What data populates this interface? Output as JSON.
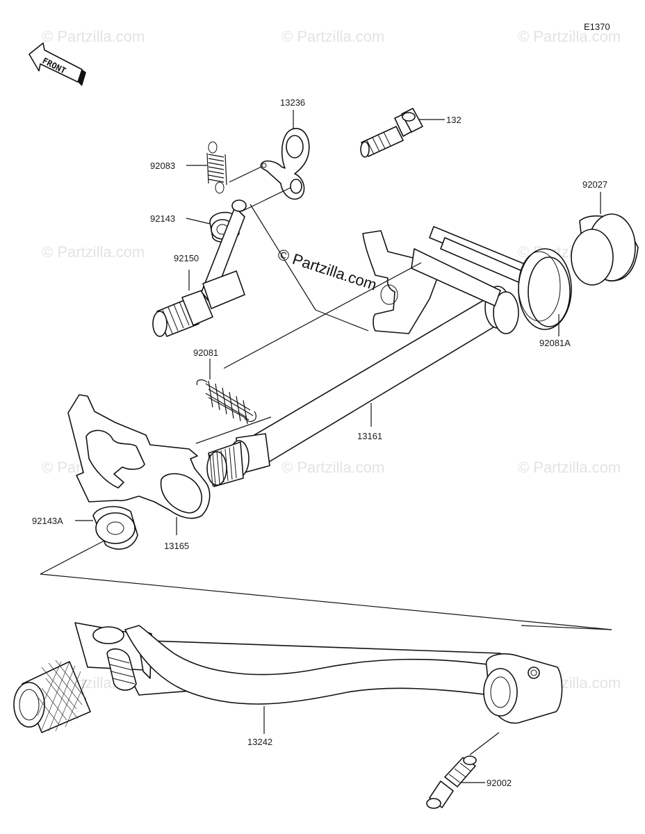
{
  "diagram_code": "E1370",
  "front_label": "FRONT",
  "watermark": {
    "main": "© Partzilla.com",
    "faded": "© Partzilla.com"
  },
  "parts": {
    "p13236": "13236",
    "p132": "132",
    "p92083": "92083",
    "p92143": "92143",
    "p92027": "92027",
    "p92150": "92150",
    "p92081A": "92081A",
    "p92081": "92081",
    "p13161": "13161",
    "p92143A": "92143A",
    "p13165": "13165",
    "p13242": "13242",
    "p92002": "92002"
  }
}
